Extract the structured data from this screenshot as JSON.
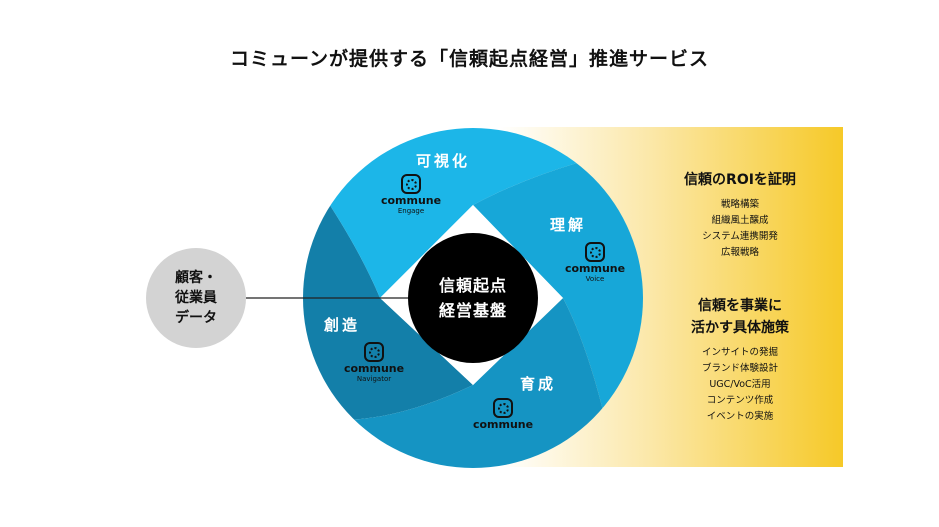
{
  "title": "コミューンが提供する「信頼起点経営」推進サービス",
  "data_source": {
    "lines": [
      "顧客・",
      "従業員",
      "データ"
    ]
  },
  "core": {
    "lines": [
      "信頼起点",
      "経営基盤"
    ]
  },
  "segments": [
    {
      "label": "可視化",
      "product": "commune",
      "sub": "Engage"
    },
    {
      "label": "理解",
      "product": "commune",
      "sub": "Voice"
    },
    {
      "label": "育成",
      "product": "commune",
      "sub": ""
    },
    {
      "label": "創造",
      "product": "commune",
      "sub": "Navigator"
    }
  ],
  "colors": {
    "top": "#1cb6e8",
    "right": "#17a7d8",
    "bottom": "#1594c3",
    "left": "#137fa9",
    "accent": "#f6c928"
  },
  "outcomes": [
    {
      "heading": [
        "信頼のROIを証明"
      ],
      "items": [
        "戦略構築",
        "組織風土醸成",
        "システム連携開発",
        "広報戦略"
      ]
    },
    {
      "heading": [
        "信頼を事業に",
        "活かす具体施策"
      ],
      "items": [
        "インサイトの発掘",
        "ブランド体験設計",
        "UGC/VoC活用",
        "コンテンツ作成",
        "イベントの実施"
      ]
    }
  ]
}
